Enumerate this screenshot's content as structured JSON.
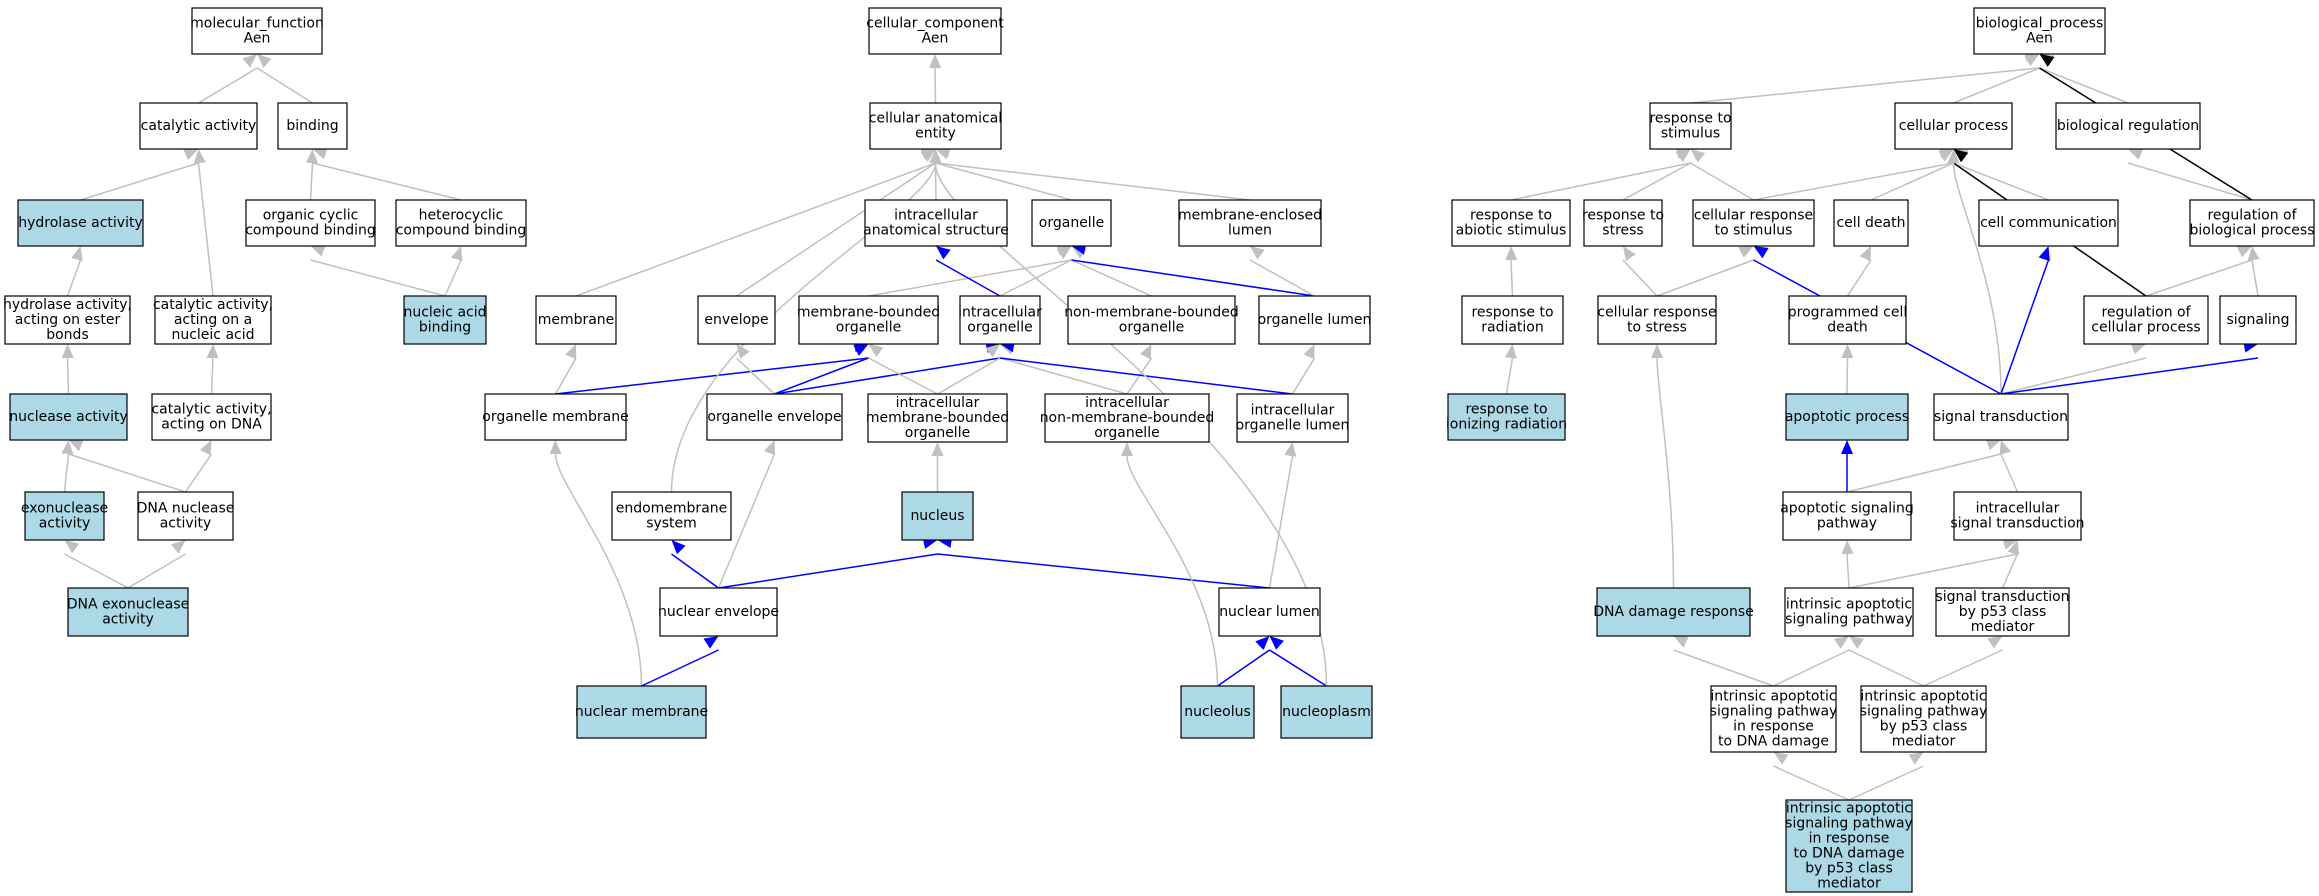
{
  "colors": {
    "highlight_fill": "#add8e6",
    "default_fill": "#ffffff",
    "edge_gray": "#c0c0c0",
    "edge_blue": "#0000ff",
    "edge_black": "#000000"
  },
  "nodes": [
    {
      "id": "mf",
      "lines": [
        "molecular_function",
        "Aen"
      ],
      "highlight": false
    },
    {
      "id": "catalytic",
      "lines": [
        "catalytic activity"
      ],
      "highlight": false
    },
    {
      "id": "binding",
      "lines": [
        "binding"
      ],
      "highlight": false
    },
    {
      "id": "hydrolase",
      "lines": [
        "hydrolase activity"
      ],
      "highlight": true
    },
    {
      "id": "org_cyclic",
      "lines": [
        "organic cyclic",
        "compound binding"
      ],
      "highlight": false
    },
    {
      "id": "hetero",
      "lines": [
        "heterocyclic",
        "compound binding"
      ],
      "highlight": false
    },
    {
      "id": "hydro_ester",
      "lines": [
        "hydrolase activity,",
        "acting on ester",
        "bonds"
      ],
      "highlight": false
    },
    {
      "id": "cat_nucleic",
      "lines": [
        "catalytic activity,",
        "acting on a",
        "nucleic acid"
      ],
      "highlight": false
    },
    {
      "id": "nucleic_binding",
      "lines": [
        "nucleic acid",
        "binding"
      ],
      "highlight": true
    },
    {
      "id": "nuclease",
      "lines": [
        "nuclease activity"
      ],
      "highlight": true
    },
    {
      "id": "cat_dna",
      "lines": [
        "catalytic activity,",
        "acting on DNA"
      ],
      "highlight": false
    },
    {
      "id": "exonuclease",
      "lines": [
        "exonuclease",
        "activity"
      ],
      "highlight": true
    },
    {
      "id": "dna_nuclease",
      "lines": [
        "DNA nuclease",
        "activity"
      ],
      "highlight": false
    },
    {
      "id": "dna_exo",
      "lines": [
        "DNA exonuclease",
        "activity"
      ],
      "highlight": true
    },
    {
      "id": "cc",
      "lines": [
        "cellular_component",
        "Aen"
      ],
      "highlight": false
    },
    {
      "id": "cae",
      "lines": [
        "cellular anatomical",
        "entity"
      ],
      "highlight": false
    },
    {
      "id": "ias",
      "lines": [
        "intracellular",
        "anatomical structure"
      ],
      "highlight": false
    },
    {
      "id": "organelle",
      "lines": [
        "organelle"
      ],
      "highlight": false
    },
    {
      "id": "mel",
      "lines": [
        "membrane-enclosed",
        "lumen"
      ],
      "highlight": false
    },
    {
      "id": "membrane",
      "lines": [
        "membrane"
      ],
      "highlight": false
    },
    {
      "id": "envelope",
      "lines": [
        "envelope"
      ],
      "highlight": false
    },
    {
      "id": "mbo",
      "lines": [
        "membrane-bounded",
        "organelle"
      ],
      "highlight": false
    },
    {
      "id": "io",
      "lines": [
        "intracellular",
        "organelle"
      ],
      "highlight": false
    },
    {
      "id": "nmbo",
      "lines": [
        "non-membrane-bounded",
        "organelle"
      ],
      "highlight": false
    },
    {
      "id": "olumen",
      "lines": [
        "organelle lumen"
      ],
      "highlight": false
    },
    {
      "id": "omem",
      "lines": [
        "organelle membrane"
      ],
      "highlight": false
    },
    {
      "id": "oenv",
      "lines": [
        "organelle envelope"
      ],
      "highlight": false
    },
    {
      "id": "imbo",
      "lines": [
        "intracellular",
        "membrane-bounded",
        "organelle"
      ],
      "highlight": false
    },
    {
      "id": "inmbo",
      "lines": [
        "intracellular",
        "non-membrane-bounded",
        "organelle"
      ],
      "highlight": false
    },
    {
      "id": "iol",
      "lines": [
        "intracellular",
        "organelle lumen"
      ],
      "highlight": false
    },
    {
      "id": "endo",
      "lines": [
        "endomembrane",
        "system"
      ],
      "highlight": false
    },
    {
      "id": "nucleus",
      "lines": [
        "nucleus"
      ],
      "highlight": true
    },
    {
      "id": "nenv",
      "lines": [
        "nuclear envelope"
      ],
      "highlight": false
    },
    {
      "id": "nlumen",
      "lines": [
        "nuclear lumen"
      ],
      "highlight": false
    },
    {
      "id": "nmem",
      "lines": [
        "nuclear membrane"
      ],
      "highlight": true
    },
    {
      "id": "nucleolus",
      "lines": [
        "nucleolus"
      ],
      "highlight": true
    },
    {
      "id": "nucleoplasm",
      "lines": [
        "nucleoplasm"
      ],
      "highlight": true
    },
    {
      "id": "bp",
      "lines": [
        "biological_process",
        "Aen"
      ],
      "highlight": false
    },
    {
      "id": "rts",
      "lines": [
        "response to",
        "stimulus"
      ],
      "highlight": false
    },
    {
      "id": "cp",
      "lines": [
        "cellular process"
      ],
      "highlight": false
    },
    {
      "id": "breg",
      "lines": [
        "biological regulation"
      ],
      "highlight": false
    },
    {
      "id": "ras",
      "lines": [
        "response to",
        "abiotic stimulus"
      ],
      "highlight": false
    },
    {
      "id": "rstress",
      "lines": [
        "response to",
        "stress"
      ],
      "highlight": false
    },
    {
      "id": "crs",
      "lines": [
        "cellular response",
        "to stimulus"
      ],
      "highlight": false
    },
    {
      "id": "cdeath",
      "lines": [
        "cell death"
      ],
      "highlight": false
    },
    {
      "id": "ccomm",
      "lines": [
        "cell communication"
      ],
      "highlight": false
    },
    {
      "id": "rbp",
      "lines": [
        "regulation of",
        "biological process"
      ],
      "highlight": false
    },
    {
      "id": "rrad",
      "lines": [
        "response to",
        "radiation"
      ],
      "highlight": false
    },
    {
      "id": "crstress",
      "lines": [
        "cellular response",
        "to stress"
      ],
      "highlight": false
    },
    {
      "id": "pcd",
      "lines": [
        "programmed cell",
        "death"
      ],
      "highlight": false
    },
    {
      "id": "rcp",
      "lines": [
        "regulation of",
        "cellular process"
      ],
      "highlight": false
    },
    {
      "id": "signaling",
      "lines": [
        "signaling"
      ],
      "highlight": false
    },
    {
      "id": "rir",
      "lines": [
        "response to",
        "ionizing radiation"
      ],
      "highlight": true
    },
    {
      "id": "apop",
      "lines": [
        "apoptotic process"
      ],
      "highlight": true
    },
    {
      "id": "st",
      "lines": [
        "signal transduction"
      ],
      "highlight": false
    },
    {
      "id": "asp",
      "lines": [
        "apoptotic signaling",
        "pathway"
      ],
      "highlight": false
    },
    {
      "id": "ist",
      "lines": [
        "intracellular",
        "signal transduction"
      ],
      "highlight": false
    },
    {
      "id": "ddr",
      "lines": [
        "DNA damage response"
      ],
      "highlight": true
    },
    {
      "id": "iasp",
      "lines": [
        "intrinsic apoptotic",
        "signaling pathway"
      ],
      "highlight": false
    },
    {
      "id": "stp53",
      "lines": [
        "signal transduction",
        "by p53 class",
        "mediator"
      ],
      "highlight": false
    },
    {
      "id": "iasp_dna",
      "lines": [
        "intrinsic apoptotic",
        "signaling pathway",
        "in response",
        "to DNA damage"
      ],
      "highlight": false
    },
    {
      "id": "iasp_p53",
      "lines": [
        "intrinsic apoptotic",
        "signaling pathway",
        "by p53 class",
        "mediator"
      ],
      "highlight": false
    },
    {
      "id": "iasp_dna_p53",
      "lines": [
        "intrinsic apoptotic",
        "signaling pathway",
        "in response",
        "to DNA damage",
        "by p53 class",
        "mediator"
      ],
      "highlight": true
    }
  ],
  "edges": [
    {
      "from": "catalytic",
      "to": "mf",
      "color": "gray"
    },
    {
      "from": "binding",
      "to": "mf",
      "color": "gray"
    },
    {
      "from": "hydrolase",
      "to": "catalytic",
      "color": "gray"
    },
    {
      "from": "org_cyclic",
      "to": "binding",
      "color": "gray"
    },
    {
      "from": "hetero",
      "to": "binding",
      "color": "gray"
    },
    {
      "from": "hydro_ester",
      "to": "hydrolase",
      "color": "gray"
    },
    {
      "from": "cat_nucleic",
      "to": "catalytic",
      "color": "gray"
    },
    {
      "from": "nucleic_binding",
      "to": "org_cyclic",
      "color": "gray"
    },
    {
      "from": "nucleic_binding",
      "to": "hetero",
      "color": "gray"
    },
    {
      "from": "nuclease",
      "to": "hydro_ester",
      "color": "gray"
    },
    {
      "from": "cat_dna",
      "to": "cat_nucleic",
      "color": "gray"
    },
    {
      "from": "exonuclease",
      "to": "nuclease",
      "color": "gray"
    },
    {
      "from": "dna_nuclease",
      "to": "nuclease",
      "color": "gray"
    },
    {
      "from": "dna_nuclease",
      "to": "cat_dna",
      "color": "gray"
    },
    {
      "from": "dna_exo",
      "to": "exonuclease",
      "color": "gray"
    },
    {
      "from": "dna_exo",
      "to": "dna_nuclease",
      "color": "gray"
    },
    {
      "from": "cae",
      "to": "cc",
      "color": "gray"
    },
    {
      "from": "ias",
      "to": "cae",
      "color": "gray"
    },
    {
      "from": "organelle",
      "to": "cae",
      "color": "gray"
    },
    {
      "from": "mel",
      "to": "cae",
      "color": "gray"
    },
    {
      "from": "membrane",
      "to": "cae",
      "color": "gray"
    },
    {
      "from": "envelope",
      "to": "cae",
      "color": "gray"
    },
    {
      "from": "mbo",
      "to": "organelle",
      "color": "gray"
    },
    {
      "from": "io",
      "to": "ias",
      "color": "blue"
    },
    {
      "from": "io",
      "to": "organelle",
      "color": "gray"
    },
    {
      "from": "nmbo",
      "to": "organelle",
      "color": "gray"
    },
    {
      "from": "olumen",
      "to": "organelle",
      "color": "blue"
    },
    {
      "from": "olumen",
      "to": "mel",
      "color": "gray"
    },
    {
      "from": "omem",
      "to": "membrane",
      "color": "gray"
    },
    {
      "from": "omem",
      "to": "mbo",
      "color": "blue"
    },
    {
      "from": "oenv",
      "to": "envelope",
      "color": "gray"
    },
    {
      "from": "oenv",
      "to": "mbo",
      "color": "blue"
    },
    {
      "from": "oenv",
      "to": "io",
      "color": "blue"
    },
    {
      "from": "imbo",
      "to": "mbo",
      "color": "gray"
    },
    {
      "from": "imbo",
      "to": "io",
      "color": "gray"
    },
    {
      "from": "inmbo",
      "to": "io",
      "color": "gray"
    },
    {
      "from": "inmbo",
      "to": "nmbo",
      "color": "gray"
    },
    {
      "from": "iol",
      "to": "olumen",
      "color": "gray"
    },
    {
      "from": "iol",
      "to": "io",
      "color": "blue"
    },
    {
      "from": "endo",
      "to": "cae",
      "color": "gray"
    },
    {
      "from": "nucleus",
      "to": "imbo",
      "color": "gray"
    },
    {
      "from": "nenv",
      "to": "endo",
      "color": "blue"
    },
    {
      "from": "nenv",
      "to": "oenv",
      "color": "gray"
    },
    {
      "from": "nenv",
      "to": "nucleus",
      "color": "blue"
    },
    {
      "from": "nlumen",
      "to": "iol",
      "color": "gray"
    },
    {
      "from": "nlumen",
      "to": "nucleus",
      "color": "blue"
    },
    {
      "from": "nmem",
      "to": "nenv",
      "color": "blue"
    },
    {
      "from": "nmem",
      "to": "omem",
      "color": "gray"
    },
    {
      "from": "nucleolus",
      "to": "nlumen",
      "color": "blue"
    },
    {
      "from": "nucleolus",
      "to": "inmbo",
      "color": "gray"
    },
    {
      "from": "nucleoplasm",
      "to": "nlumen",
      "color": "blue"
    },
    {
      "from": "nucleoplasm",
      "to": "cae",
      "color": "gray"
    },
    {
      "from": "rts",
      "to": "bp",
      "color": "gray"
    },
    {
      "from": "cp",
      "to": "bp",
      "color": "gray"
    },
    {
      "from": "breg",
      "to": "bp",
      "color": "gray"
    },
    {
      "from": "ras",
      "to": "rts",
      "color": "gray"
    },
    {
      "from": "rstress",
      "to": "rts",
      "color": "gray"
    },
    {
      "from": "crs",
      "to": "rts",
      "color": "gray"
    },
    {
      "from": "crs",
      "to": "cp",
      "color": "gray"
    },
    {
      "from": "cdeath",
      "to": "cp",
      "color": "gray"
    },
    {
      "from": "ccomm",
      "to": "cp",
      "color": "gray"
    },
    {
      "from": "rbp",
      "to": "breg",
      "color": "gray"
    },
    {
      "from": "rbp",
      "to": "bp",
      "color": "black"
    },
    {
      "from": "rrad",
      "to": "ras",
      "color": "gray"
    },
    {
      "from": "crstress",
      "to": "rstress",
      "color": "gray"
    },
    {
      "from": "crstress",
      "to": "crs",
      "color": "gray"
    },
    {
      "from": "pcd",
      "to": "cdeath",
      "color": "gray"
    },
    {
      "from": "rcp",
      "to": "rbp",
      "color": "gray"
    },
    {
      "from": "rcp",
      "to": "cp",
      "color": "black"
    },
    {
      "from": "signaling",
      "to": "rbp",
      "color": "gray"
    },
    {
      "from": "rir",
      "to": "rrad",
      "color": "gray"
    },
    {
      "from": "apop",
      "to": "pcd",
      "color": "gray"
    },
    {
      "from": "st",
      "to": "crs",
      "color": "blue"
    },
    {
      "from": "st",
      "to": "cp",
      "color": "gray"
    },
    {
      "from": "st",
      "to": "ccomm",
      "color": "blue"
    },
    {
      "from": "st",
      "to": "rcp",
      "color": "gray"
    },
    {
      "from": "st",
      "to": "signaling",
      "color": "blue"
    },
    {
      "from": "asp",
      "to": "apop",
      "color": "blue"
    },
    {
      "from": "asp",
      "to": "st",
      "color": "gray"
    },
    {
      "from": "ist",
      "to": "st",
      "color": "gray"
    },
    {
      "from": "ddr",
      "to": "crstress",
      "color": "gray"
    },
    {
      "from": "iasp",
      "to": "asp",
      "color": "gray"
    },
    {
      "from": "iasp",
      "to": "ist",
      "color": "gray"
    },
    {
      "from": "stp53",
      "to": "ist",
      "color": "gray"
    },
    {
      "from": "iasp_dna",
      "to": "ddr",
      "color": "gray"
    },
    {
      "from": "iasp_dna",
      "to": "iasp",
      "color": "gray"
    },
    {
      "from": "iasp_p53",
      "to": "iasp",
      "color": "gray"
    },
    {
      "from": "iasp_p53",
      "to": "stp53",
      "color": "gray"
    },
    {
      "from": "iasp_dna_p53",
      "to": "iasp_dna",
      "color": "gray"
    },
    {
      "from": "iasp_dna_p53",
      "to": "iasp_p53",
      "color": "gray"
    }
  ]
}
